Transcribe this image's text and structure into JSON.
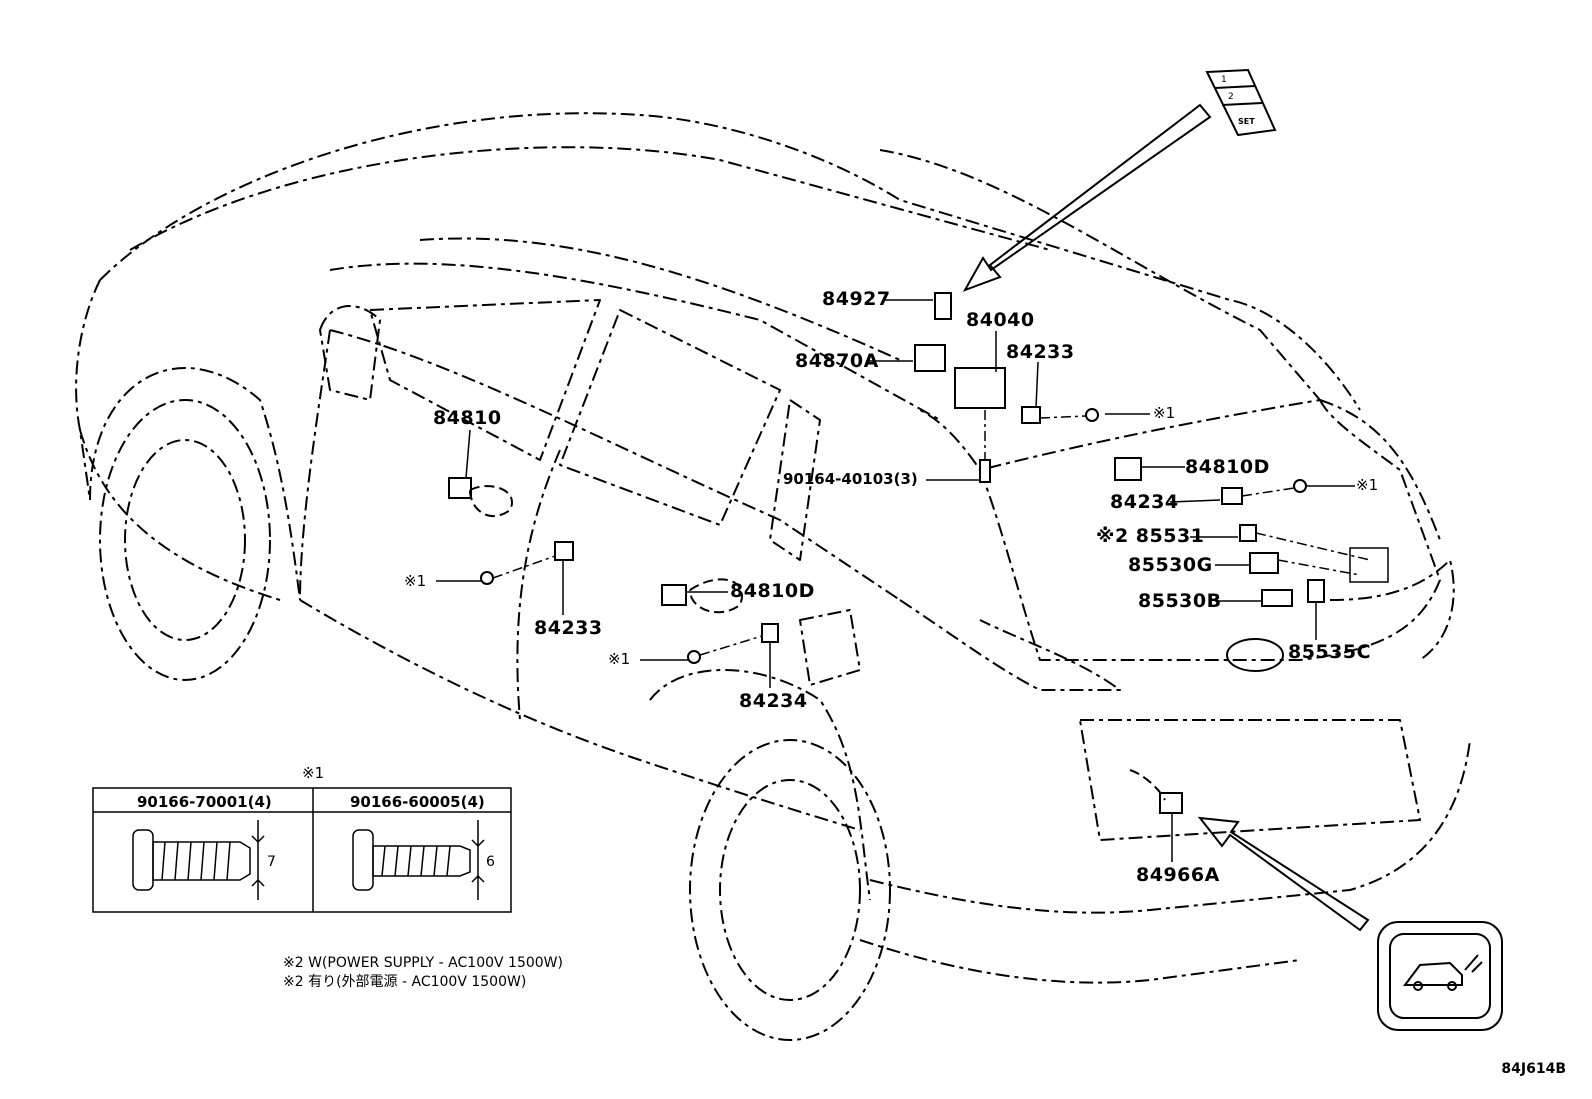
{
  "diagram": {
    "code": "84J614B",
    "labels": {
      "p84927": "84927",
      "p84040": "84040",
      "p84870A": "84870A",
      "p84233_top": "84233",
      "m1_top": "※1",
      "p84810": "84810",
      "p84810D_right": "84810D",
      "p90164": "90164-40103(3)",
      "p84234_right": "84234",
      "m1_right": "※1",
      "p85531": "※2 85531",
      "p85530G": "85530G",
      "p85530B": "85530B",
      "p85535C": "85535C",
      "m1_left": "※1",
      "p84233_left": "84233",
      "p84810D_mid": "84810D",
      "m1_mid": "※1",
      "p84234_mid": "84234",
      "p84966A": "84966A"
    },
    "switch_panel": {
      "b1": "1",
      "b2": "2",
      "b3": "SET"
    },
    "bolt_table": {
      "title": "※1",
      "col1": "90166-70001(4)",
      "col2": "90166-60005(4)",
      "dim1": "7",
      "dim2": "6"
    },
    "notes": [
      "※2 W(POWER SUPPLY - AC100V 1500W)",
      "※2 有り(外部電源 - AC100V 1500W)"
    ]
  }
}
